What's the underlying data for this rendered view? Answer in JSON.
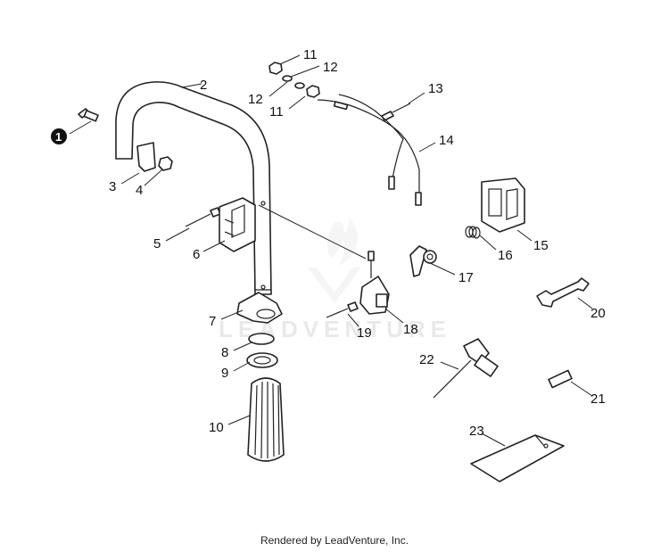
{
  "callouts": {
    "c1": "1",
    "c2": "2",
    "c3": "3",
    "c4": "4",
    "c5": "5",
    "c6": "6",
    "c7": "7",
    "c8": "8",
    "c9": "9",
    "c10": "10",
    "c11a": "11",
    "c11b": "11",
    "c12a": "12",
    "c12b": "12",
    "c13": "13",
    "c14": "14",
    "c15": "15",
    "c16": "16",
    "c17": "17",
    "c18": "18",
    "c19": "19",
    "c20": "20",
    "c21": "21",
    "c22": "22",
    "c23": "23"
  },
  "watermark": "LEADVENTURE",
  "footer": "Rendered by LeadVenture, Inc."
}
